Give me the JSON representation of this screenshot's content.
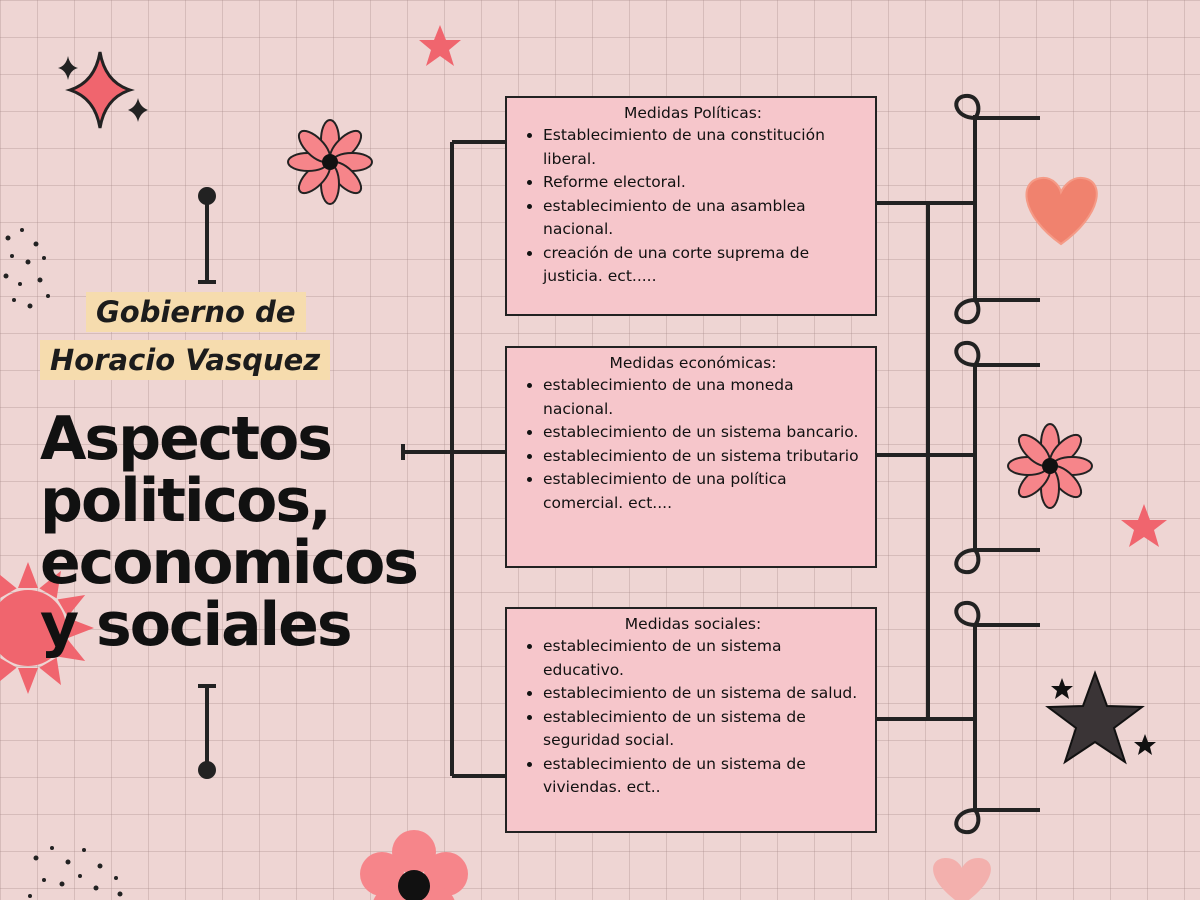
{
  "subtitle": {
    "line1": "Gobierno de",
    "line2": "Horacio Vasquez"
  },
  "title": {
    "line1": "Aspectos",
    "line2": "politicos,",
    "line3": "economicos",
    "line4": "y sociales"
  },
  "cards": [
    {
      "heading": "Medidas Políticas:",
      "items": [
        "Establecimiento de una constitución liberal.",
        "Reforme electoral.",
        "establecimiento de una asamblea nacional.",
        "creación de una corte suprema de justicia. ect....."
      ]
    },
    {
      "heading": "Medidas económicas:",
      "items": [
        "establecimiento de una moneda nacional.",
        "establecimiento de un sistema bancario.",
        "establecimiento de un sistema tributario",
        "establecimiento de una política comercial. ect...."
      ]
    },
    {
      "heading": "Medidas sociales:",
      "items": [
        "establecimiento de un sistema educativo.",
        "establecimiento de un sistema de salud.",
        "establecimiento de un sistema de seguridad social.",
        "establecimiento de un sistema de viviendas.  ect.."
      ]
    }
  ],
  "colors": {
    "background": "#eed5d3",
    "card": "#f6c6cb",
    "highlight": "#f6dcae",
    "accent": "#f0656e",
    "ink": "#111111"
  }
}
